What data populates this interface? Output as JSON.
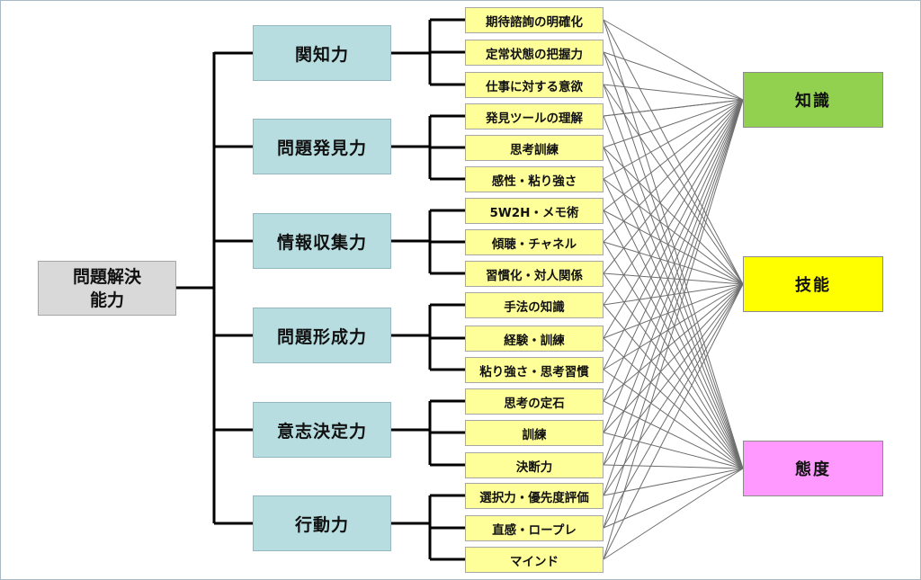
{
  "root": {
    "label": "問題解決\n能力"
  },
  "abilities": [
    {
      "label": "関知力",
      "items": [
        "期待諮詢の明確化",
        "定常状態の把握力",
        "仕事に対する意欲"
      ]
    },
    {
      "label": "問題発見力",
      "items": [
        "発見ツールの理解",
        "思考訓練",
        "感性・粘り強さ"
      ]
    },
    {
      "label": "情報収集力",
      "items": [
        "5W2H・メモ術",
        "傾聴・チャネル",
        "習慣化・対人関係"
      ]
    },
    {
      "label": "問題形成力",
      "items": [
        "手法の知識",
        "経験・訓練",
        "粘り強さ・思考習慣"
      ]
    },
    {
      "label": "意志決定力",
      "items": [
        "思考の定石",
        "訓練",
        "決断力"
      ]
    },
    {
      "label": "行動力",
      "items": [
        "選択力・優先度評価",
        "直感・ロープレ",
        "マインド"
      ]
    }
  ],
  "categories": [
    {
      "label": "知識",
      "color": "#92d050"
    },
    {
      "label": "技能",
      "color": "#ffff00"
    },
    {
      "label": "態度",
      "color": "#ff99ff"
    }
  ],
  "colors": {
    "root_fill": "#d9d9d9",
    "ability_fill": "#b7dde0",
    "item_fill": "#ffff99",
    "tree_line": "#000000",
    "link_line": "#6e6e6e"
  },
  "links": [
    [
      0,
      1
    ],
    [
      0,
      2
    ],
    [
      0,
      0
    ],
    [
      1,
      1
    ],
    [
      1,
      2
    ],
    [
      1,
      0
    ],
    [
      2,
      1
    ],
    [
      2,
      0
    ],
    [
      2,
      2
    ],
    [
      3,
      0
    ],
    [
      3,
      2
    ],
    [
      3,
      0
    ],
    [
      4,
      1
    ],
    [
      4,
      0
    ],
    [
      4,
      2
    ],
    [
      5,
      0
    ],
    [
      5,
      2
    ],
    [
      5,
      1
    ],
    [
      6,
      1
    ],
    [
      6,
      0
    ],
    [
      6,
      2
    ],
    [
      7,
      0
    ],
    [
      7,
      1
    ],
    [
      7,
      2
    ],
    [
      8,
      1
    ],
    [
      8,
      2
    ],
    [
      8,
      0
    ],
    [
      9,
      0
    ],
    [
      9,
      1
    ],
    [
      9,
      2
    ],
    [
      10,
      0
    ],
    [
      10,
      1
    ],
    [
      10,
      2
    ],
    [
      11,
      1
    ],
    [
      11,
      2
    ],
    [
      11,
      0
    ],
    [
      12,
      2
    ],
    [
      12,
      1
    ],
    [
      12,
      0
    ],
    [
      13,
      2
    ],
    [
      13,
      1
    ],
    [
      13,
      0
    ],
    [
      14,
      2
    ],
    [
      14,
      1
    ],
    [
      14,
      0
    ],
    [
      15,
      1
    ],
    [
      15,
      0
    ],
    [
      15,
      2
    ],
    [
      16,
      1
    ],
    [
      16,
      0
    ],
    [
      16,
      2
    ],
    [
      17,
      2
    ],
    [
      17,
      1
    ],
    [
      17,
      0
    ]
  ]
}
